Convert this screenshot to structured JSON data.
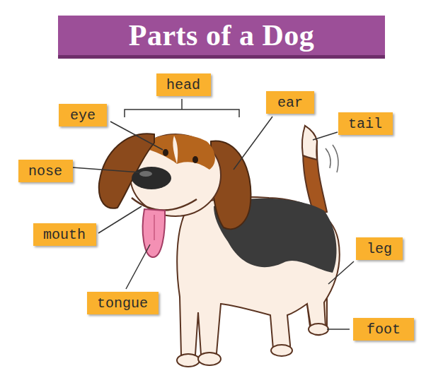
{
  "diagram": {
    "title": "Parts of a Dog",
    "nodes": [
      {
        "text": [
          "head"
        ]
      },
      {
        "text": [
          "eye"
        ]
      },
      {
        "text": [
          "ear"
        ]
      },
      {
        "text": [
          "tail"
        ]
      },
      {
        "text": [
          "nose"
        ]
      },
      {
        "text": [
          "mouth"
        ]
      },
      {
        "text": [
          "leg"
        ]
      },
      {
        "text": [
          "tongue"
        ]
      },
      {
        "text": [
          "foot"
        ]
      }
    ]
  }
}
